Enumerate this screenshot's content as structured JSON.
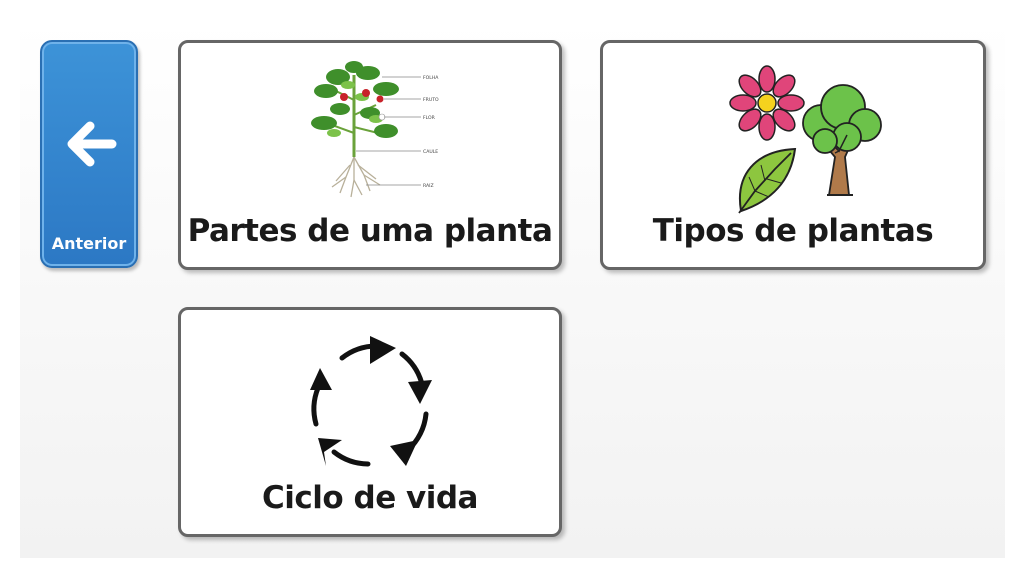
{
  "nav": {
    "back_label": "Anterior",
    "back_icon": "arrow-left-icon"
  },
  "cards": [
    {
      "title": "Partes de uma planta",
      "icon": "plant-parts-diagram-icon",
      "diagram_labels": [
        "FOLHA",
        "FRUTO",
        "FLOR",
        "CAULE",
        "RAIZ"
      ]
    },
    {
      "title": "Tipos de plantas",
      "icon": "flower-leaf-tree-icon"
    },
    {
      "title": "Ciclo de vida",
      "icon": "cycle-arrows-icon"
    }
  ],
  "colors": {
    "back_button": "#2c78c4",
    "card_border": "#666666",
    "text": "#1a1a1a"
  }
}
